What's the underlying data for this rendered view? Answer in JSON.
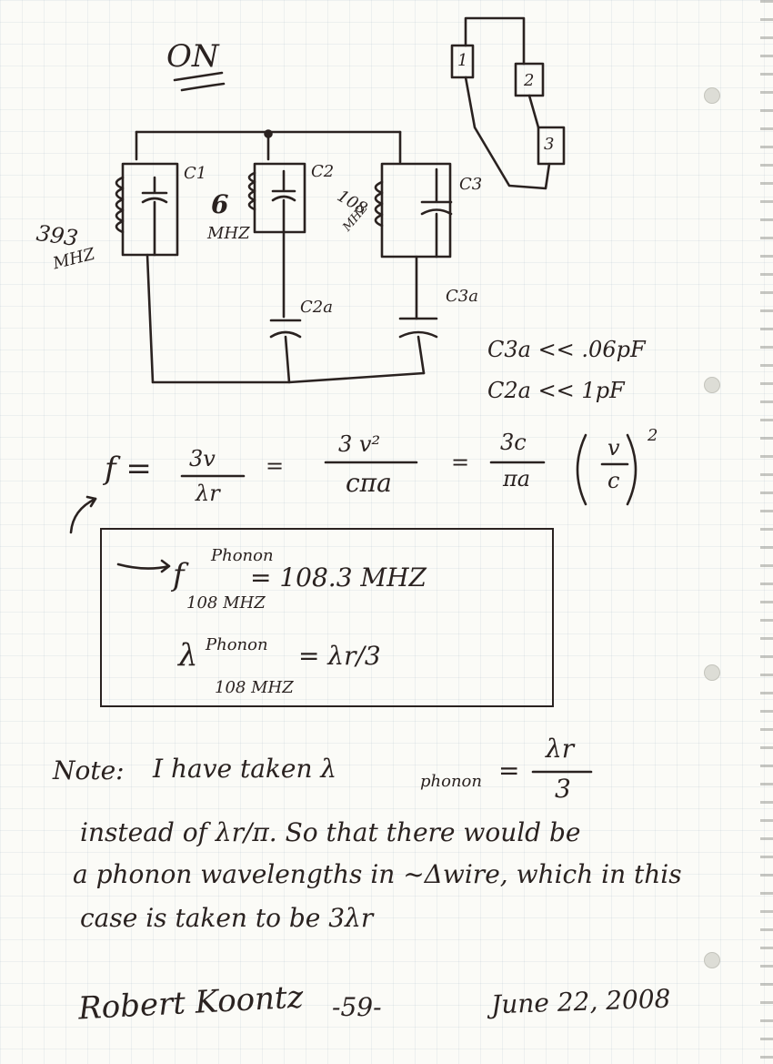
{
  "header": {
    "title": "ON"
  },
  "circuit": {
    "labels": {
      "c1": "C1",
      "c2": "C2",
      "c3": "C3",
      "c2a": "C2a",
      "c3a": "C3a",
      "freq_left": "393",
      "freq_left_unit": "MHZ",
      "freq_mid": "6",
      "freq_mid_unit": "MHZ",
      "freq_right": "108",
      "freq_right_unit": "MHZ"
    },
    "inset": {
      "box1": "1",
      "box2": "2",
      "box3": "3"
    }
  },
  "notes": {
    "c3a_condition": "C3a << .06pF",
    "c2a_condition": "C2a << 1pF"
  },
  "equation": {
    "lhs": "f =",
    "t1_num": "3v",
    "t1_den": "λr",
    "eq1": "=",
    "t2_num": "3 v²",
    "t2_den": "cπa",
    "eq2": "=",
    "t3_num": "3c",
    "t3_den": "πa",
    "t3_paren_num": "v",
    "t3_paren_den": "c",
    "t3_exp": "2"
  },
  "result_box": {
    "f_symbol": "f",
    "f_super": "Phonon",
    "f_sub": "108 MHZ",
    "f_value": "= 108.3 MHZ",
    "l_symbol": "λ",
    "l_super": "Phonon",
    "l_sub": "108 MHZ",
    "l_value": "= λr/3"
  },
  "note": {
    "prefix": "Note:",
    "line1": "I have taken λ",
    "line1_sub": "phonon",
    "line1_eq": "=",
    "frac_num": "λr",
    "frac_den": "3",
    "line2": "instead of λr/π. So that there would be",
    "line3": "a phonon wavelengths in ~Δwire, which in this",
    "line4": "case is taken to be 3λr"
  },
  "footer": {
    "signature": "Robert Koontz",
    "page_number": "-59-",
    "date": "June 22, 2008"
  }
}
